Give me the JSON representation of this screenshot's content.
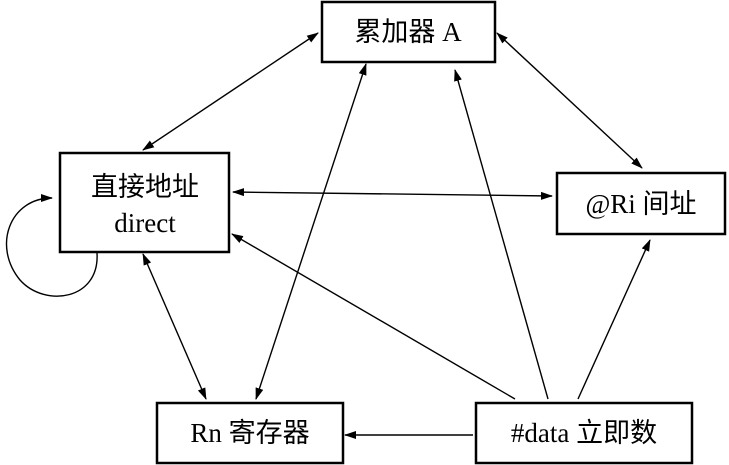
{
  "nodes": {
    "accumulator": {
      "label": "累加器 A"
    },
    "direct": {
      "line1": "直接地址",
      "line2": "direct"
    },
    "indirect": {
      "label": "@Ri 间址"
    },
    "register": {
      "label": "Rn 寄存器"
    },
    "immediate": {
      "label": "#data 立即数"
    }
  },
  "edges": [
    {
      "from": "accumulator",
      "to": "direct",
      "direction": "both"
    },
    {
      "from": "accumulator",
      "to": "indirect",
      "direction": "both"
    },
    {
      "from": "accumulator",
      "to": "register",
      "direction": "both"
    },
    {
      "from": "direct",
      "to": "indirect",
      "direction": "both"
    },
    {
      "from": "direct",
      "to": "register",
      "direction": "both"
    },
    {
      "from": "direct",
      "to": "direct",
      "direction": "self-loop"
    },
    {
      "from": "immediate",
      "to": "accumulator",
      "direction": "forward"
    },
    {
      "from": "immediate",
      "to": "direct",
      "direction": "forward"
    },
    {
      "from": "immediate",
      "to": "indirect",
      "direction": "forward"
    },
    {
      "from": "immediate",
      "to": "register",
      "direction": "forward"
    }
  ],
  "colors": {
    "stroke": "#000000",
    "background": "#ffffff"
  }
}
